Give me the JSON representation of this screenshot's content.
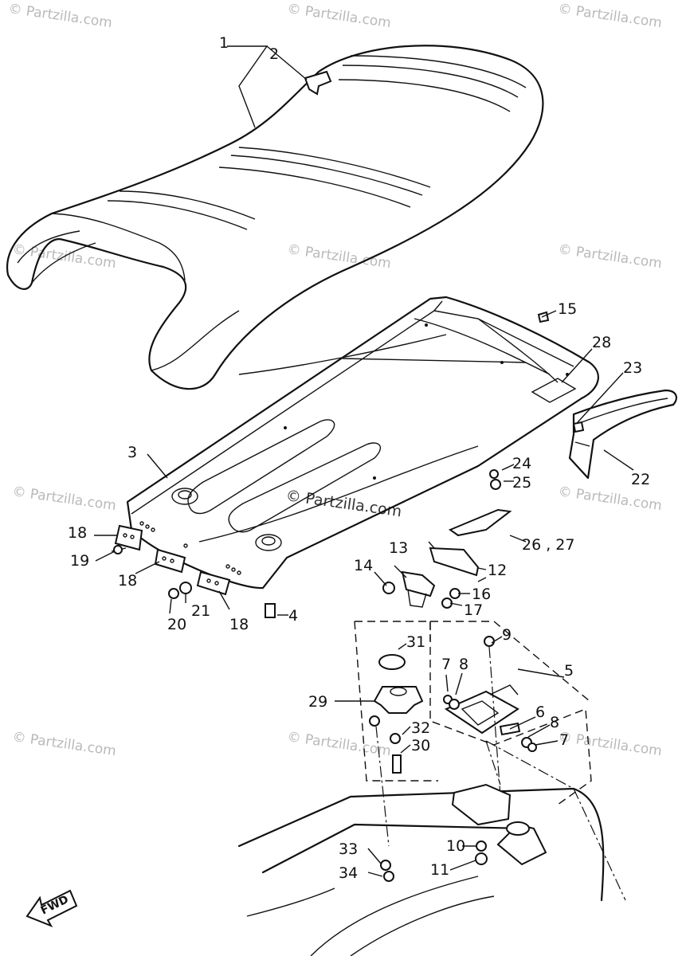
{
  "watermarks": {
    "corner_text": "© Partzilla.com",
    "center_text": "© Partzilla.com"
  },
  "fwd_label": "FWD",
  "callouts": [
    "1",
    "2",
    "3",
    "4",
    "5",
    "6",
    "7",
    "7",
    "8",
    "8",
    "9",
    "10",
    "11",
    "12",
    "13",
    "14",
    "15",
    "16",
    "17",
    "18",
    "18",
    "18",
    "19",
    "20",
    "21",
    "22",
    "23",
    "24",
    "25",
    "26 , 27",
    "28",
    "29",
    "30",
    "31",
    "32",
    "33",
    "34"
  ],
  "colors": {
    "ink": "#111111",
    "watermark": "#b9b9b9",
    "paper": "#ffffff"
  }
}
